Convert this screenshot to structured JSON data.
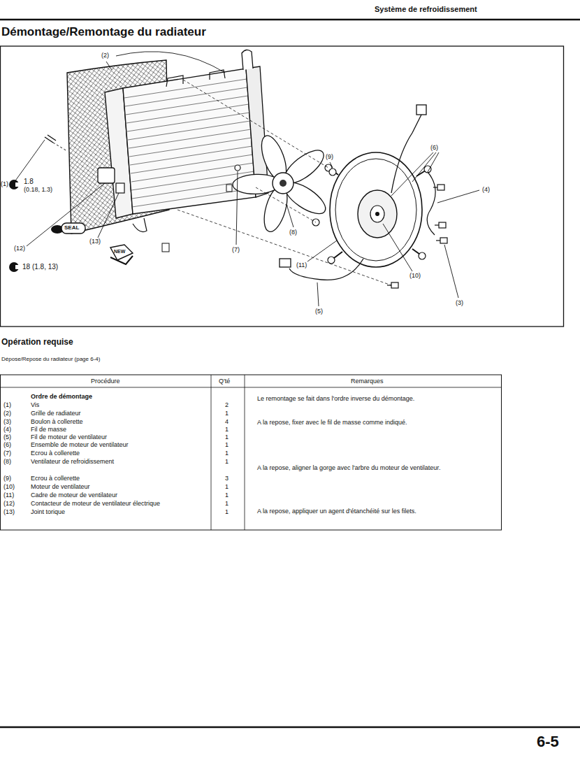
{
  "diagram": {
    "title": "Démontage/Remontage du radiateur",
    "labels": [
      "Système de refroidissement",
      "(2)",
      "(1)",
      "1.8",
      "(0.18, 1.3)",
      "(9)",
      "(6)",
      "(4)",
      "(12)",
      "(13)",
      "SEAL",
      "NEW",
      "(7)",
      "(8)",
      "(11)",
      "(10)",
      "(3)",
      "(5)",
      "18 (1.8, 13)",
      "Opération requise",
      "Dépose/Repose du radiateur (page 6-4)",
      "Procédure",
      "Q'té",
      "Remarques",
      "Ordre de démontage",
      "(1)",
      "Vis",
      "2",
      "(2)",
      "Grille de radiateur",
      "1",
      "(3)",
      "Boulon à collerette",
      "4",
      "(4)",
      "Fil de masse",
      "1",
      "(5)",
      "Fil de moteur de ventilateur",
      "1",
      "(6)",
      "Ensemble de moteur de ventilateur",
      "1",
      "(7)",
      "Ecrou à collerette",
      "1",
      "(8)",
      "Ventilateur de refroidissement",
      "1",
      "(9)",
      "Ecrou à collerette",
      "3",
      "(10)",
      "Moteur de ventilateur",
      "1",
      "(11)",
      "Cadre de moteur de ventilateur",
      "1",
      "(12)",
      "Contacteur de moteur de ventilateur électrique",
      "1",
      "(13)",
      "Joint torique",
      "1",
      "Le remontage se fait dans l'ordre inverse du démontage.",
      "A la repose, fixer avec le fil de masse comme indiqué.",
      "A la repose, aligner la gorge avec l'arbre du moteur de ventilateur.",
      "A la repose, appliquer un agent d'étanchéité sur les filets.",
      "6-5"
    ]
  }
}
